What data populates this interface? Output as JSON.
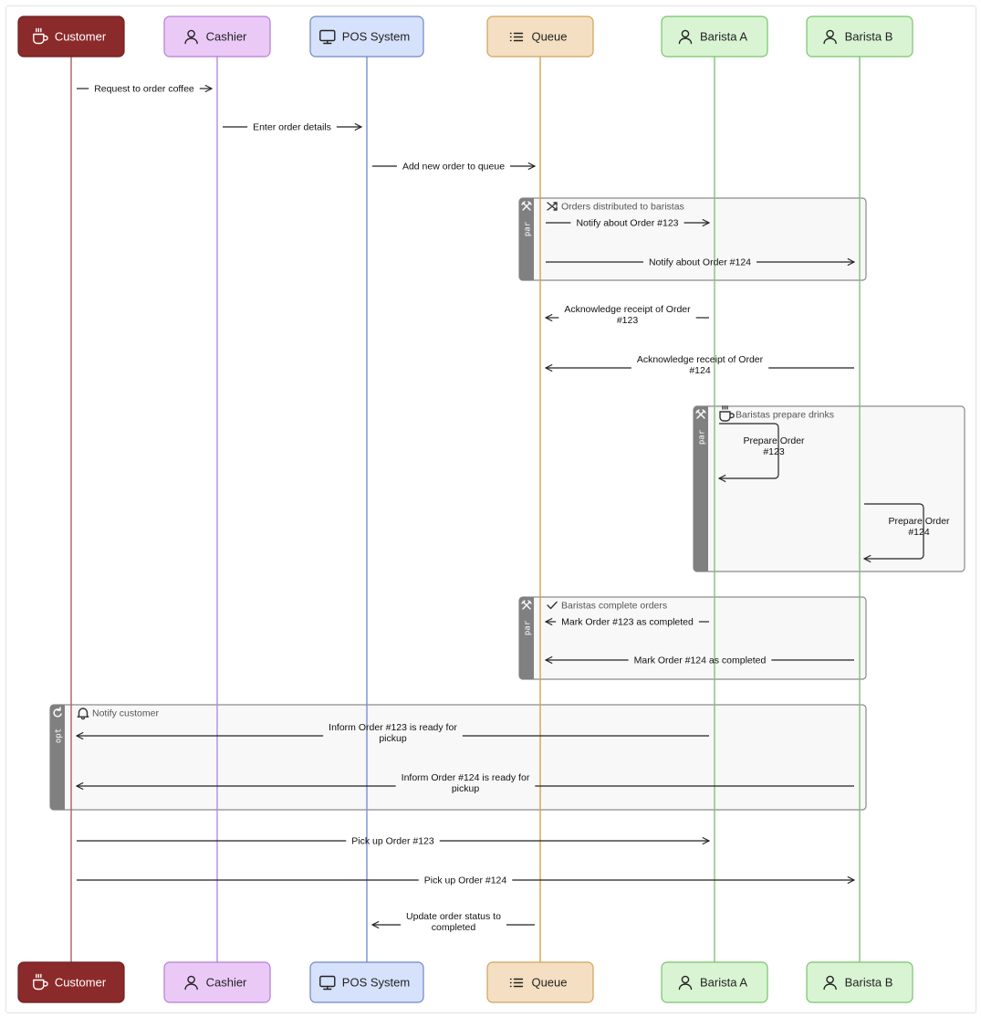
{
  "participants": [
    {
      "id": "customer",
      "label": "Customer",
      "icon": "coffee-cup-icon",
      "fill": "#8b2a2a",
      "stroke": "#6e1f1f",
      "text": "#ffffff",
      "line": "#a86060"
    },
    {
      "id": "cashier",
      "label": "Cashier",
      "icon": "person-icon",
      "fill": "#ebc9f7",
      "stroke": "#b57fd4",
      "text": "#222222",
      "line": "#b58ae0"
    },
    {
      "id": "pos",
      "label": "POS System",
      "icon": "monitor-icon",
      "fill": "#d6e1fb",
      "stroke": "#6f86c9",
      "text": "#222222",
      "line": "#7b8fd0"
    },
    {
      "id": "queue",
      "label": "Queue",
      "icon": "list-icon",
      "fill": "#f4dfc2",
      "stroke": "#d1a25c",
      "text": "#222222",
      "line": "#d4a34e"
    },
    {
      "id": "baristaA",
      "label": "Barista A",
      "icon": "person-icon",
      "fill": "#d9f4d3",
      "stroke": "#78c36b",
      "text": "#222222",
      "line": "#80c277"
    },
    {
      "id": "baristaB",
      "label": "Barista B",
      "icon": "person-icon",
      "fill": "#d9f4d3",
      "stroke": "#78c36b",
      "text": "#222222",
      "line": "#80c277"
    }
  ],
  "messages": [
    {
      "from": "customer",
      "to": "cashier",
      "lines": [
        "Request to order coffee"
      ]
    },
    {
      "from": "cashier",
      "to": "pos",
      "lines": [
        "Enter order details"
      ]
    },
    {
      "from": "pos",
      "to": "queue",
      "lines": [
        "Add new order to queue"
      ]
    },
    {
      "from": "queue",
      "to": "baristaA",
      "lines": [
        "Notify about Order #123"
      ]
    },
    {
      "from": "queue",
      "to": "baristaB",
      "lines": [
        "Notify about Order #124"
      ]
    },
    {
      "from": "baristaA",
      "to": "queue",
      "lines": [
        "Acknowledge receipt of Order",
        "#123"
      ]
    },
    {
      "from": "baristaB",
      "to": "queue",
      "lines": [
        "Acknowledge receipt of Order",
        "#124"
      ]
    },
    {
      "from": "baristaA",
      "to": "baristaA",
      "lines": [
        "Prepare Order",
        "#123"
      ]
    },
    {
      "from": "baristaB",
      "to": "baristaB",
      "lines": [
        "Prepare Order",
        "#124"
      ]
    },
    {
      "from": "baristaA",
      "to": "queue",
      "lines": [
        "Mark Order #123 as completed"
      ]
    },
    {
      "from": "baristaB",
      "to": "queue",
      "lines": [
        "Mark Order #124 as completed"
      ]
    },
    {
      "from": "baristaA",
      "to": "customer",
      "lines": [
        "Inform Order #123 is ready for",
        "pickup"
      ]
    },
    {
      "from": "baristaB",
      "to": "customer",
      "lines": [
        "Inform Order #124 is ready for",
        "pickup"
      ]
    },
    {
      "from": "customer",
      "to": "baristaA",
      "lines": [
        "Pick up Order #123"
      ]
    },
    {
      "from": "customer",
      "to": "baristaB",
      "lines": [
        "Pick up Order #124"
      ]
    },
    {
      "from": "queue",
      "to": "pos",
      "lines": [
        "Update order status to",
        "completed"
      ]
    }
  ],
  "fragments": [
    {
      "kind": "par",
      "title": "Orders distributed to baristas",
      "icon": "shuffle-icon"
    },
    {
      "kind": "par",
      "title": "Baristas prepare drinks",
      "icon": "coffee-cup-icon"
    },
    {
      "kind": "par",
      "title": "Baristas complete orders",
      "icon": "check-icon"
    },
    {
      "kind": "opt",
      "title": "Notify customer",
      "icon": "bell-icon"
    }
  ]
}
